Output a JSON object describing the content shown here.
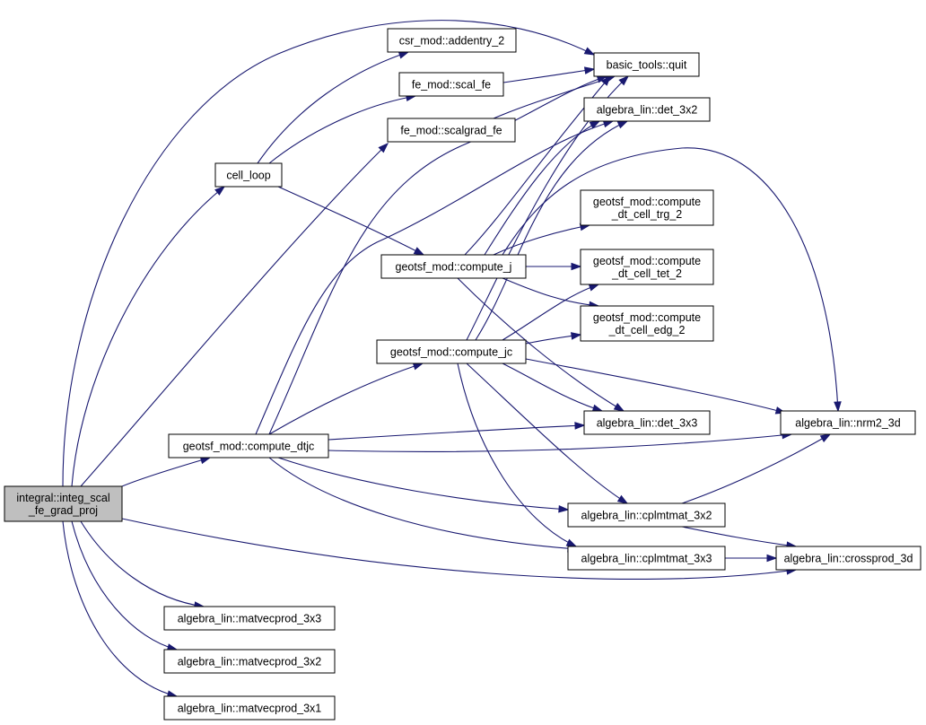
{
  "nodes": {
    "integ_scal": [
      "integral::integ_scal",
      "_fe_grad_proj"
    ],
    "cell_loop": [
      "cell_loop"
    ],
    "csr_addentry": [
      "csr_mod::addentry_2"
    ],
    "fe_scal": [
      "fe_mod::scal_fe"
    ],
    "fe_scalgrad": [
      "fe_mod::scalgrad_fe"
    ],
    "quit": [
      "basic_tools::quit"
    ],
    "det_3x2": [
      "algebra_lin::det_3x2"
    ],
    "trg_2": [
      "geotsf_mod::compute",
      "_dt_cell_trg_2"
    ],
    "tet_2": [
      "geotsf_mod::compute",
      "_dt_cell_tet_2"
    ],
    "edg_2": [
      "geotsf_mod::compute",
      "_dt_cell_edg_2"
    ],
    "compute_j": [
      "geotsf_mod::compute_j"
    ],
    "compute_jc": [
      "geotsf_mod::compute_jc"
    ],
    "compute_dtjc": [
      "geotsf_mod::compute_dtjc"
    ],
    "det_3x3": [
      "algebra_lin::det_3x3"
    ],
    "nrm2_3d": [
      "algebra_lin::nrm2_3d"
    ],
    "cplmtmat_3x2": [
      "algebra_lin::cplmtmat_3x2"
    ],
    "cplmtmat_3x3": [
      "algebra_lin::cplmtmat_3x3"
    ],
    "crossprod_3d": [
      "algebra_lin::crossprod_3d"
    ],
    "matvec_3x3": [
      "algebra_lin::matvecprod_3x3"
    ],
    "matvec_3x2": [
      "algebra_lin::matvecprod_3x2"
    ],
    "matvec_3x1": [
      "algebra_lin::matvecprod_3x1"
    ]
  },
  "root": "integ_scal",
  "edges": [
    [
      "integ_scal",
      "quit"
    ],
    [
      "integ_scal",
      "cell_loop"
    ],
    [
      "integ_scal",
      "fe_scalgrad"
    ],
    [
      "integ_scal",
      "compute_dtjc"
    ],
    [
      "integ_scal",
      "crossprod_3d"
    ],
    [
      "integ_scal",
      "matvec_3x3"
    ],
    [
      "integ_scal",
      "matvec_3x2"
    ],
    [
      "integ_scal",
      "matvec_3x1"
    ],
    [
      "cell_loop",
      "csr_addentry"
    ],
    [
      "cell_loop",
      "fe_scal"
    ],
    [
      "cell_loop",
      "compute_j"
    ],
    [
      "fe_scal",
      "quit"
    ],
    [
      "fe_scalgrad",
      "quit"
    ],
    [
      "compute_j",
      "quit"
    ],
    [
      "compute_j",
      "det_3x2"
    ],
    [
      "compute_j",
      "trg_2"
    ],
    [
      "compute_j",
      "tet_2"
    ],
    [
      "compute_j",
      "edg_2"
    ],
    [
      "compute_j",
      "det_3x3"
    ],
    [
      "compute_j",
      "nrm2_3d"
    ],
    [
      "compute_jc",
      "quit"
    ],
    [
      "compute_jc",
      "det_3x2"
    ],
    [
      "compute_jc",
      "tet_2"
    ],
    [
      "compute_jc",
      "edg_2"
    ],
    [
      "compute_jc",
      "det_3x3"
    ],
    [
      "compute_jc",
      "nrm2_3d"
    ],
    [
      "compute_jc",
      "cplmtmat_3x2"
    ],
    [
      "compute_jc",
      "cplmtmat_3x3"
    ],
    [
      "compute_dtjc",
      "compute_jc"
    ],
    [
      "compute_dtjc",
      "quit"
    ],
    [
      "compute_dtjc",
      "det_3x2"
    ],
    [
      "compute_dtjc",
      "det_3x3"
    ],
    [
      "compute_dtjc",
      "nrm2_3d"
    ],
    [
      "compute_dtjc",
      "cplmtmat_3x2"
    ],
    [
      "compute_dtjc",
      "cplmtmat_3x3"
    ],
    [
      "cplmtmat_3x2",
      "nrm2_3d"
    ],
    [
      "cplmtmat_3x2",
      "crossprod_3d"
    ],
    [
      "cplmtmat_3x3",
      "crossprod_3d"
    ]
  ],
  "colors": {
    "edge": "#191970",
    "node_border": "#000000",
    "node_fill": "#ffffff",
    "root_fill": "#bfbfbf"
  }
}
